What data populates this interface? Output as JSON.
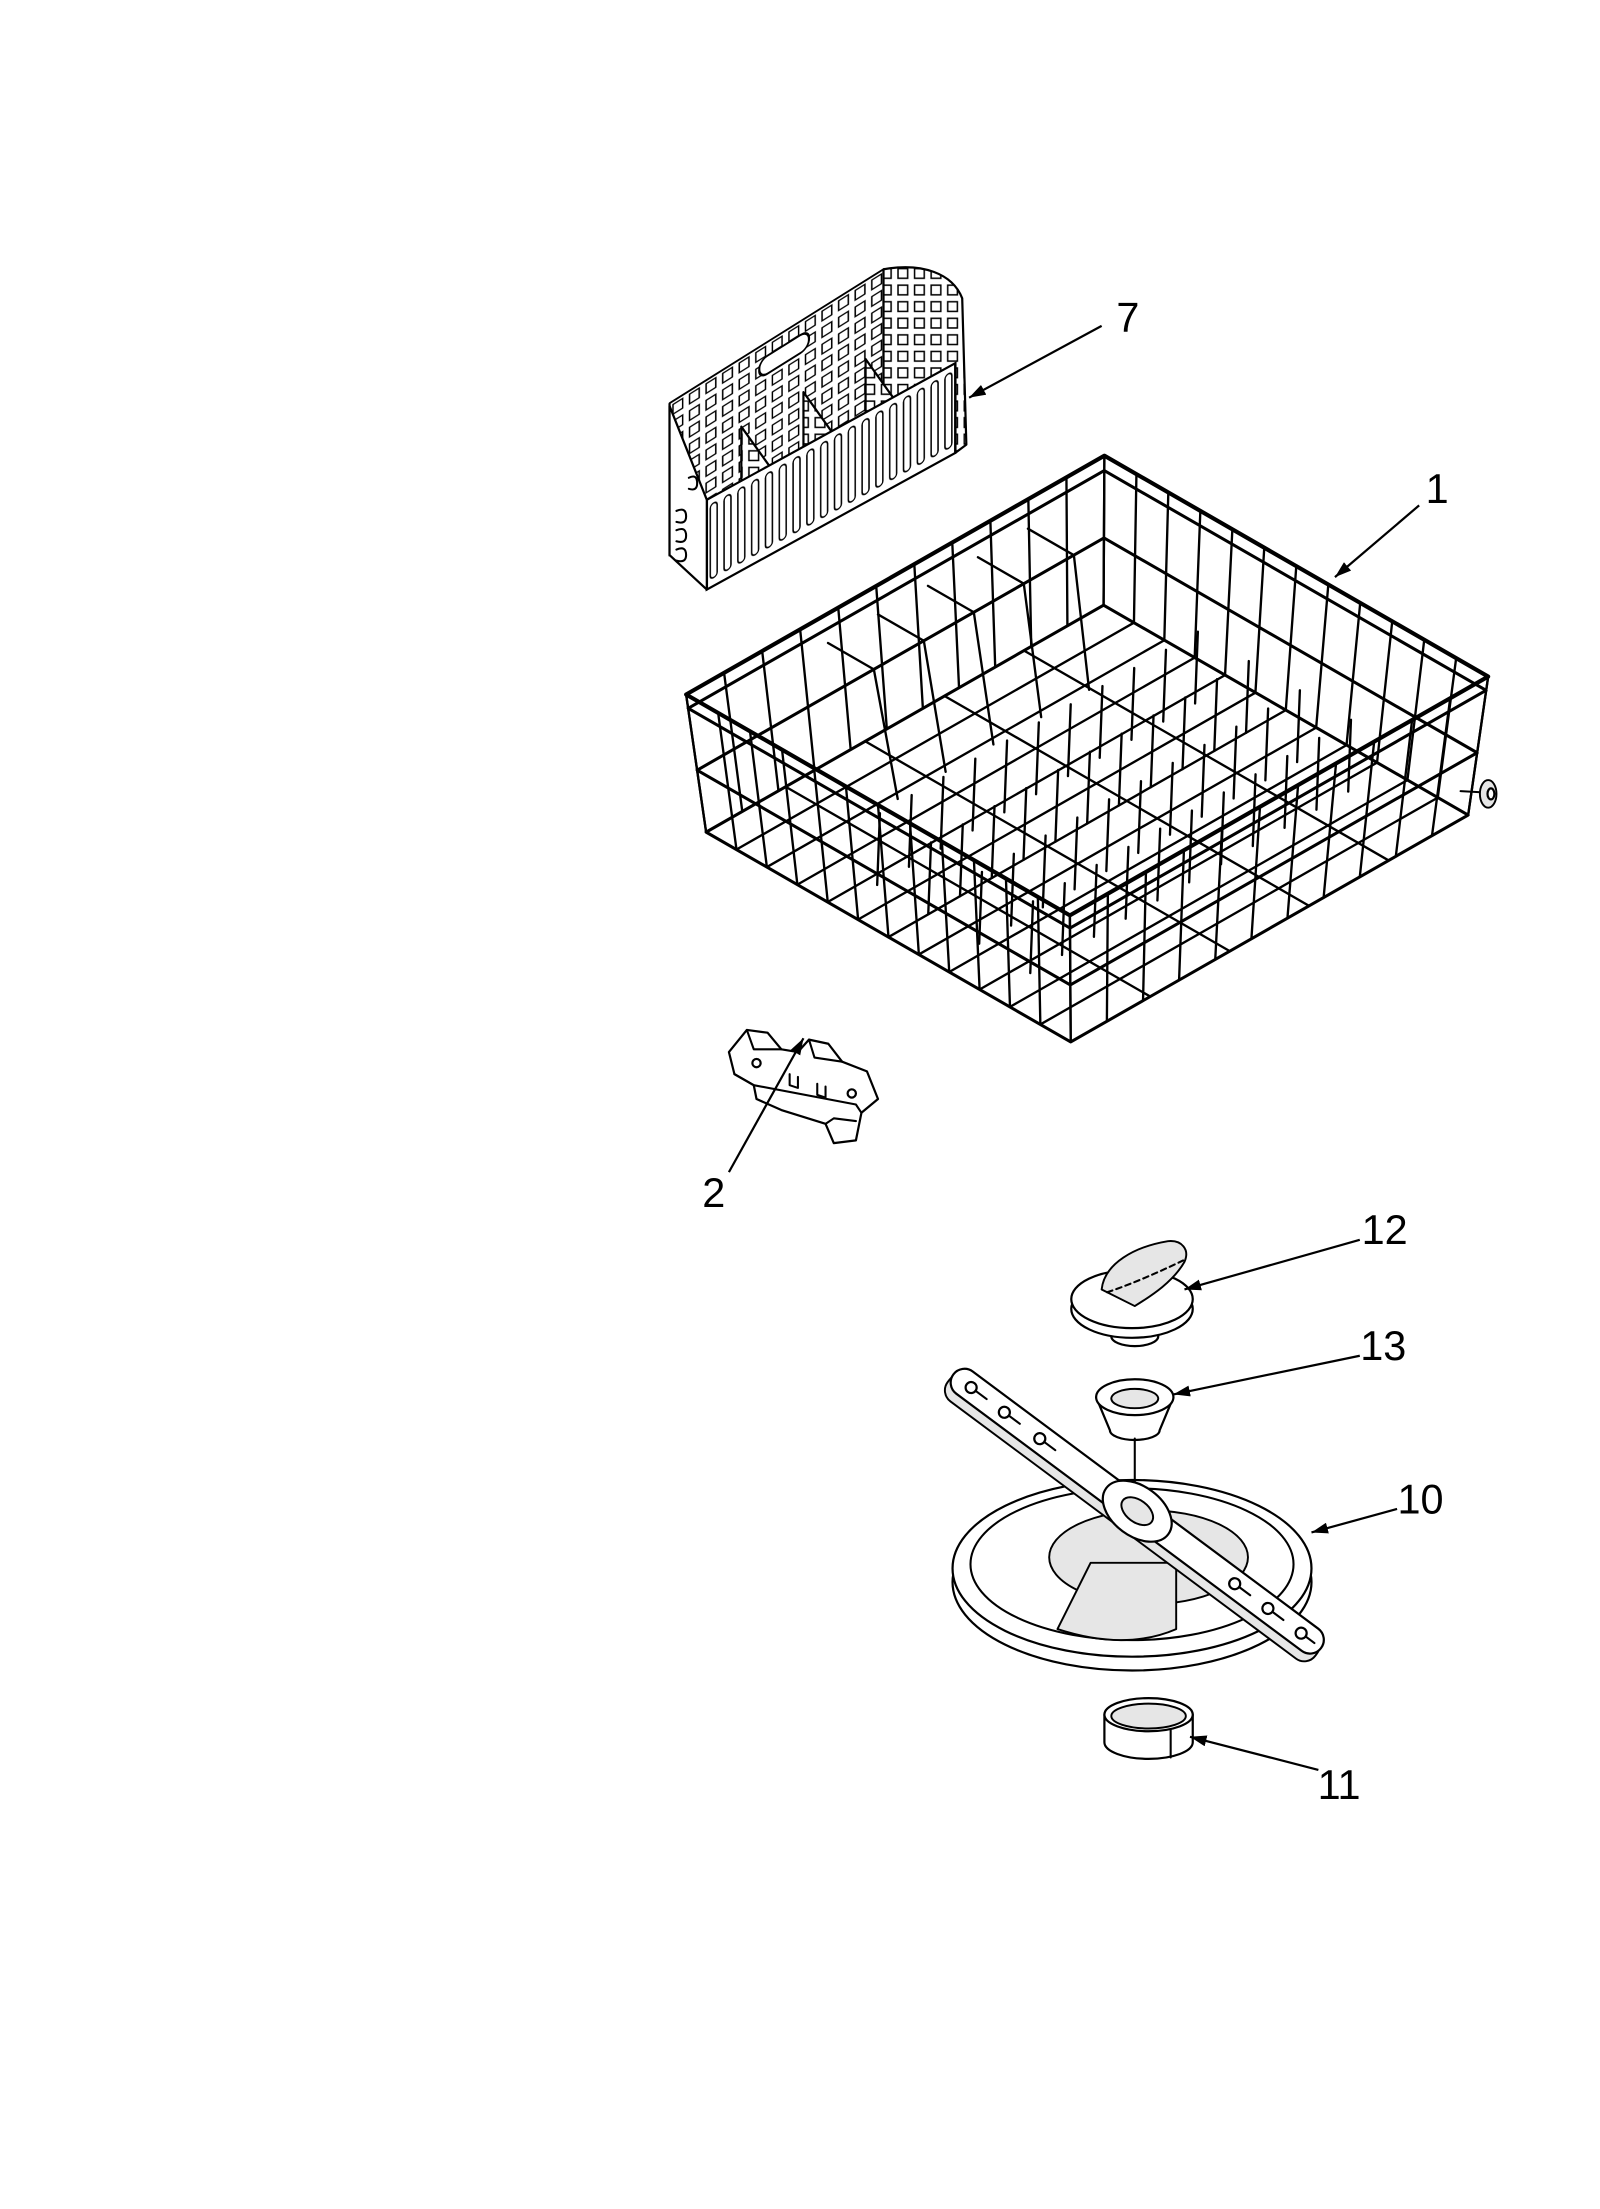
{
  "colors": {
    "background": "#ffffff",
    "line": "#000000",
    "part_fill": "#e6e6e6"
  },
  "callouts": {
    "basket": "7",
    "rack": "1",
    "clip": "2",
    "nut": "12",
    "bearing": "13",
    "spray_arm": "10",
    "ring": "11"
  }
}
